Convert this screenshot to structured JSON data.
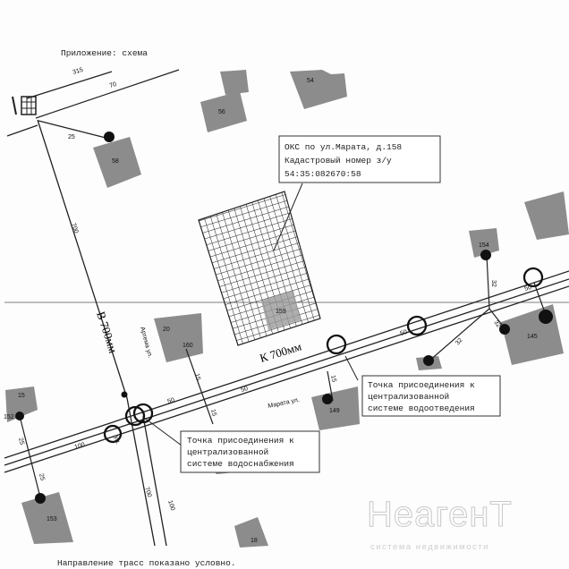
{
  "header": {
    "title": "Приложение: схема"
  },
  "footer": {
    "note": "Направление трасс показано условно."
  },
  "callouts": {
    "object": {
      "line1": "ОКС по ул.Марата, д.158",
      "line2": "Кадастровый номер з/у",
      "line3": "54:35:082670:58"
    },
    "sewer": {
      "line1": "Точка присоединения к",
      "line2": "централизованной",
      "line3": "системе водоотведения"
    },
    "water": {
      "line1": "Точка присоединения к",
      "line2": "централизованной",
      "line3": "системе водоснабжения"
    }
  },
  "pipes": {
    "water_main": "В 700мм",
    "sewer_main": "К 700мм"
  },
  "streets": {
    "artema": "Артема ул.",
    "marata": "Марата ул.",
    "other": "ул."
  },
  "buildings": [
    "54",
    "56",
    "58",
    "20",
    "160",
    "159",
    "15",
    "152",
    "149",
    "154",
    "145",
    "153",
    "18"
  ],
  "dimensions": [
    "315",
    "70",
    "25",
    "700",
    "15",
    "50",
    "50",
    "15",
    "100",
    "25",
    "25",
    "700",
    "100",
    "15",
    "32",
    "32",
    "32",
    "50",
    "50"
  ],
  "watermark": {
    "brand": "НеагенТ",
    "tagline": "система недвижимости"
  }
}
